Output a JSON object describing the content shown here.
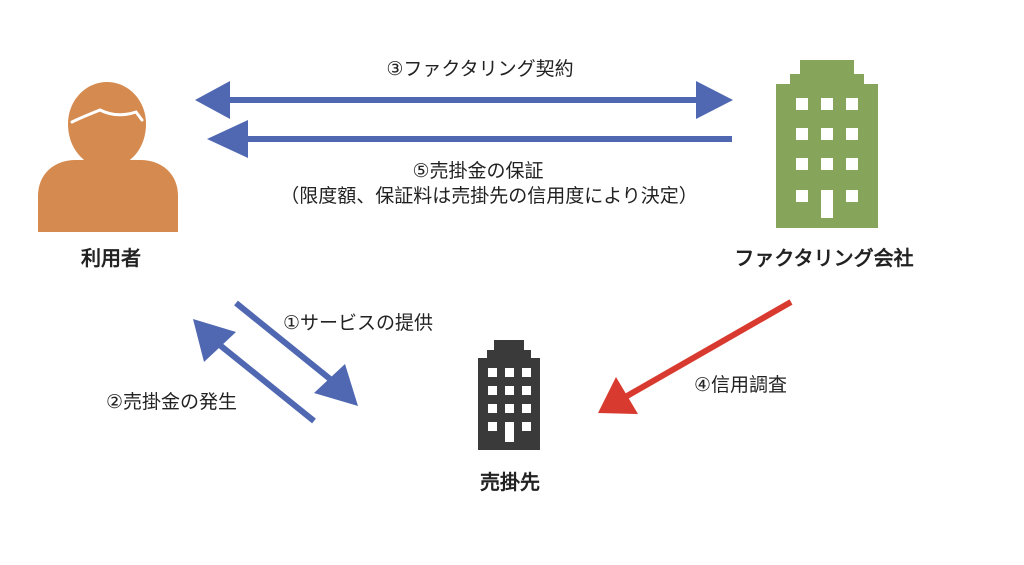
{
  "colors": {
    "person": "#D58A4F",
    "factoring_building": "#86A55A",
    "customer_building": "#3A3A3A",
    "arrow_blue": "#5068B2",
    "arrow_red": "#D93A2F",
    "window": "#ffffff"
  },
  "entities": {
    "user": "利用者",
    "factoring_company": "ファクタリング会社",
    "customer": "売掛先"
  },
  "steps": {
    "step1": "①サービスの提供",
    "step2": "②売掛金の発生",
    "step3": "③ファクタリング契約",
    "step4": "④信用調査",
    "step5_line1": "⑤売掛金の保証",
    "step5_line2": "（限度額、保証料は売掛先の信用度により決定）"
  },
  "icons": {
    "user": "person-icon",
    "factoring_company": "building-icon",
    "customer": "building-icon"
  }
}
